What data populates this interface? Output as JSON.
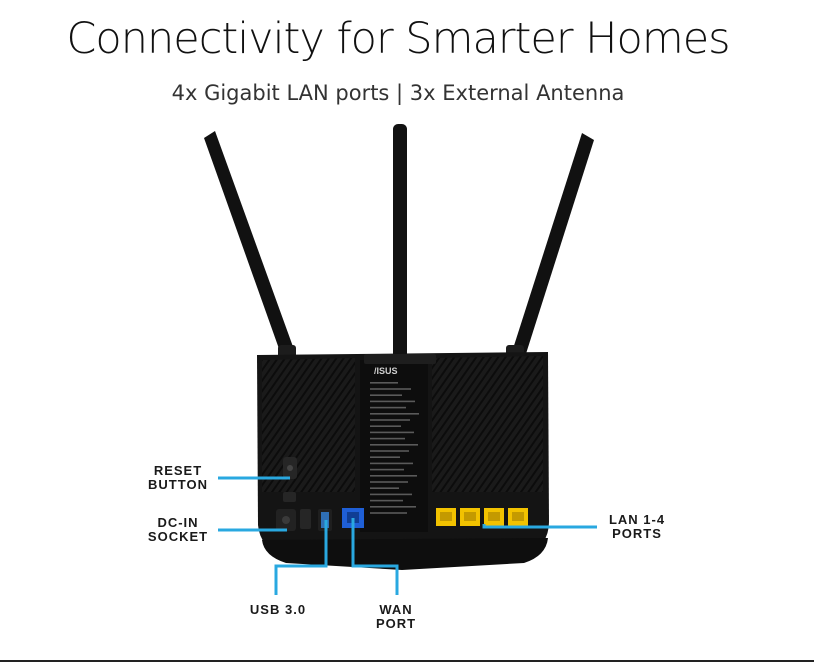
{
  "header": {
    "title": "Connectivity for Smarter Homes",
    "subtitle": "4x Gigabit LAN ports | 3x External Antenna"
  },
  "device": {
    "brand_logo_text": "/ISUS"
  },
  "callouts": {
    "reset": [
      "RESET",
      "BUTTON"
    ],
    "dcin": [
      "DC-IN",
      "SOCKET"
    ],
    "usb": [
      "USB 3.0"
    ],
    "wan": [
      "WAN",
      "PORT"
    ],
    "lan": [
      "LAN 1-4",
      "PORTS"
    ]
  },
  "colors": {
    "leader_line": "#29a8e0",
    "wan_port": "#1f5fd6",
    "lan_port": "#f2c200",
    "router_body": "#141414",
    "text": "#1a1a1a"
  }
}
